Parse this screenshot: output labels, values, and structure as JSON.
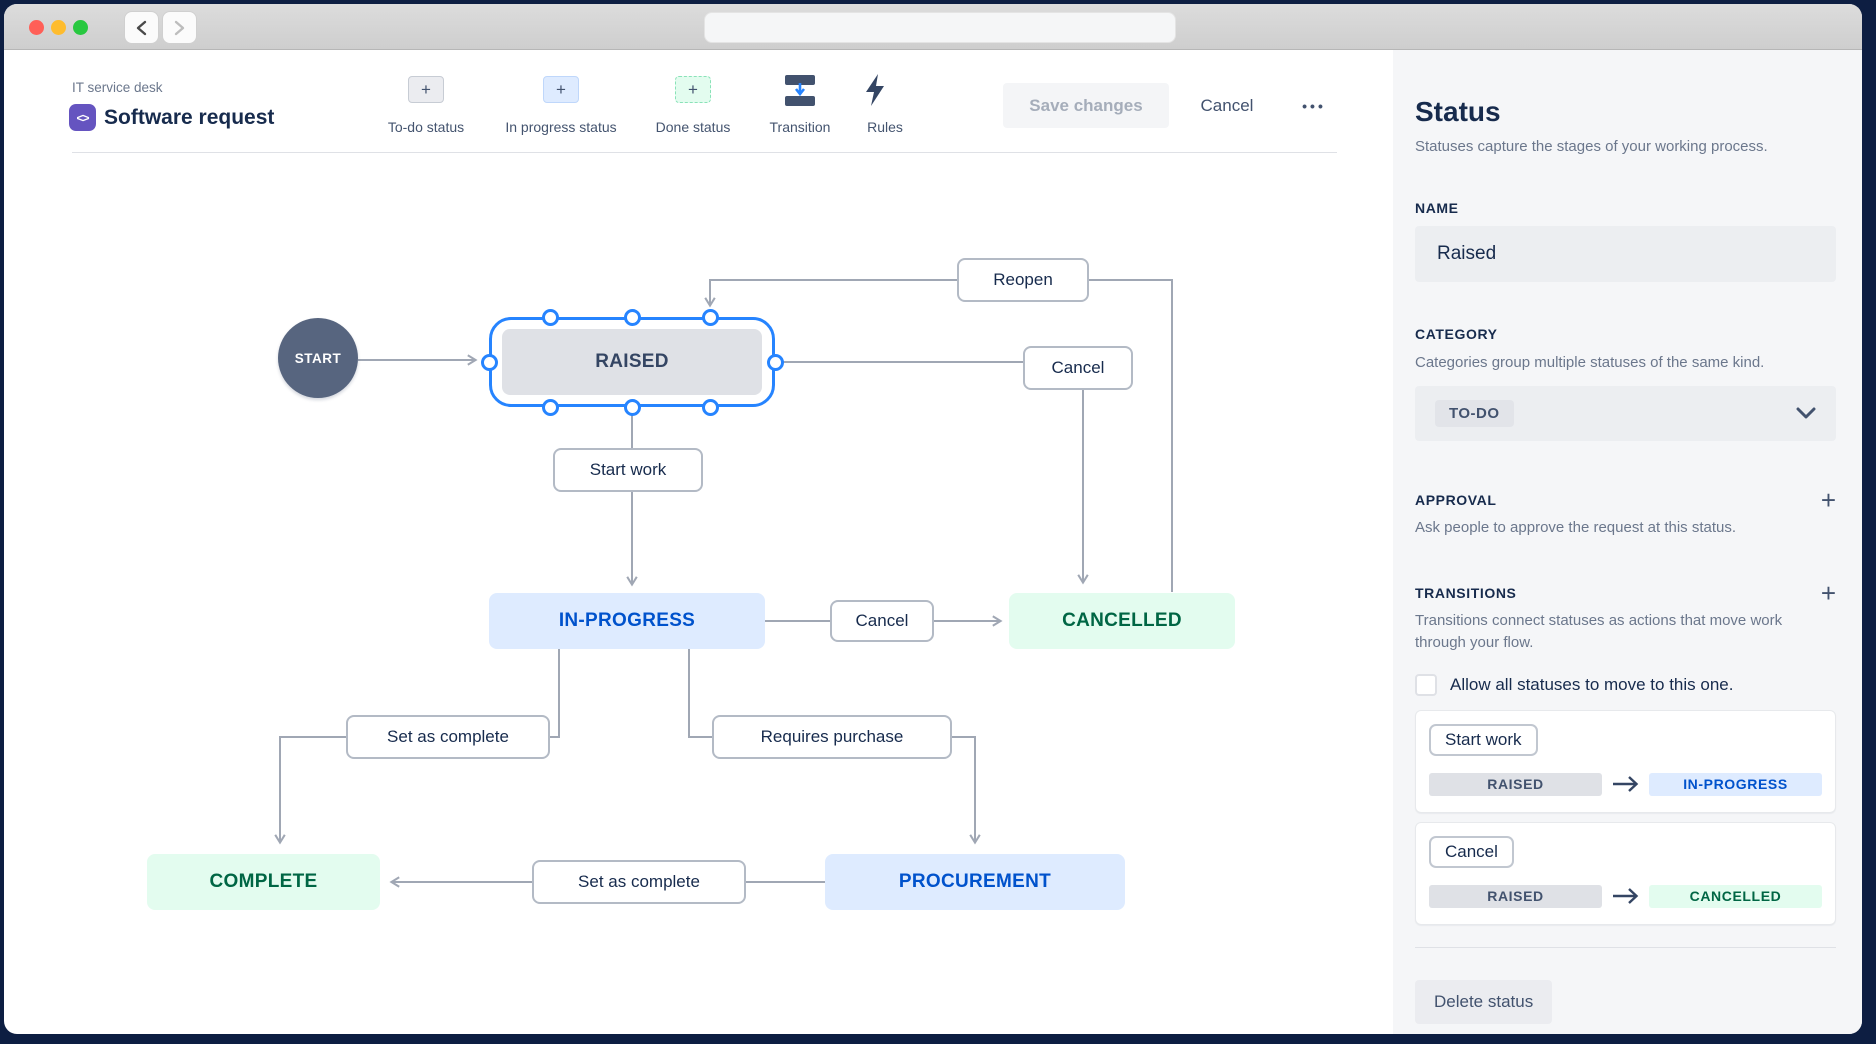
{
  "header": {
    "breadcrumb": "IT service desk",
    "project_icon_glyph": "<>",
    "title": "Software request",
    "plus_glyph": "+",
    "tools": [
      {
        "label": "To-do status"
      },
      {
        "label": "In progress status"
      },
      {
        "label": "Done status"
      },
      {
        "label": "Transition"
      },
      {
        "label": "Rules"
      }
    ],
    "save_button": "Save changes",
    "cancel_button": "Cancel",
    "more_button": "•••"
  },
  "diagram": {
    "start_label": "START",
    "statuses": [
      {
        "name": "RAISED",
        "category": "todo",
        "selected": true
      },
      {
        "name": "IN-PROGRESS",
        "category": "inprogress",
        "selected": false
      },
      {
        "name": "CANCELLED",
        "category": "done",
        "selected": false
      },
      {
        "name": "COMPLETE",
        "category": "done",
        "selected": false
      },
      {
        "name": "PROCUREMENT",
        "category": "inprogress",
        "selected": false
      }
    ],
    "transitions": [
      {
        "label": "Reopen",
        "from": "CANCELLED",
        "to": "RAISED"
      },
      {
        "label": "Cancel",
        "from": "RAISED",
        "to": "CANCELLED"
      },
      {
        "label": "Start work",
        "from": "RAISED",
        "to": "IN-PROGRESS"
      },
      {
        "label": "Cancel",
        "from": "IN-PROGRESS",
        "to": "CANCELLED"
      },
      {
        "label": "Set as complete",
        "from": "IN-PROGRESS",
        "to": "COMPLETE"
      },
      {
        "label": "Requires purchase",
        "from": "IN-PROGRESS",
        "to": "PROCUREMENT"
      },
      {
        "label": "Set as complete",
        "from": "PROCUREMENT",
        "to": "COMPLETE"
      }
    ]
  },
  "sidebar": {
    "title": "Status",
    "subtitle": "Statuses capture the stages of your working process.",
    "name": {
      "label": "NAME",
      "value": "Raised"
    },
    "category": {
      "label": "CATEGORY",
      "description": "Categories group multiple statuses of the same kind.",
      "value": "TO-DO"
    },
    "approval": {
      "label": "APPROVAL",
      "description": "Ask people to approve the request at this status."
    },
    "transitions": {
      "label": "TRANSITIONS",
      "description": "Transitions connect statuses as actions that move work through your flow.",
      "allow_all_label": "Allow all statuses to move to this one.",
      "items": [
        {
          "action": "Start work",
          "from": "RAISED",
          "to": "IN-PROGRESS"
        },
        {
          "action": "Cancel",
          "from": "RAISED",
          "to": "CANCELLED"
        }
      ]
    },
    "delete_button": "Delete status"
  },
  "colors": {
    "selection_blue": "#2684FF",
    "todo_bg": "#DFE1E6",
    "todo_text": "#42526E",
    "inprogress_bg": "#DEEBFF",
    "inprogress_text": "#0052CC",
    "done_bg": "#E3FCEF",
    "done_text": "#006644",
    "connector": "#A0A7B4",
    "project_icon_bg": "#6554C0"
  }
}
